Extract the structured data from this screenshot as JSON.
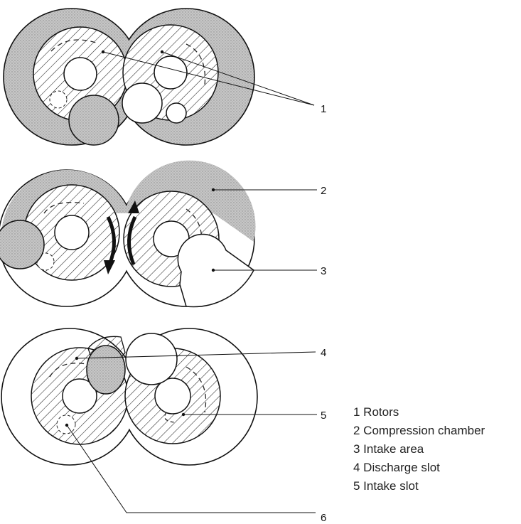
{
  "callouts": [
    "1",
    "2",
    "3",
    "4",
    "5",
    "6"
  ],
  "legend": [
    "1 Rotors",
    "2 Compression chamber",
    "3 Intake area",
    "4 Discharge slot",
    "5 Intake slot"
  ],
  "colors": {
    "line": "#111111",
    "stipple": "#b9b9b9",
    "background": "#ffffff"
  }
}
